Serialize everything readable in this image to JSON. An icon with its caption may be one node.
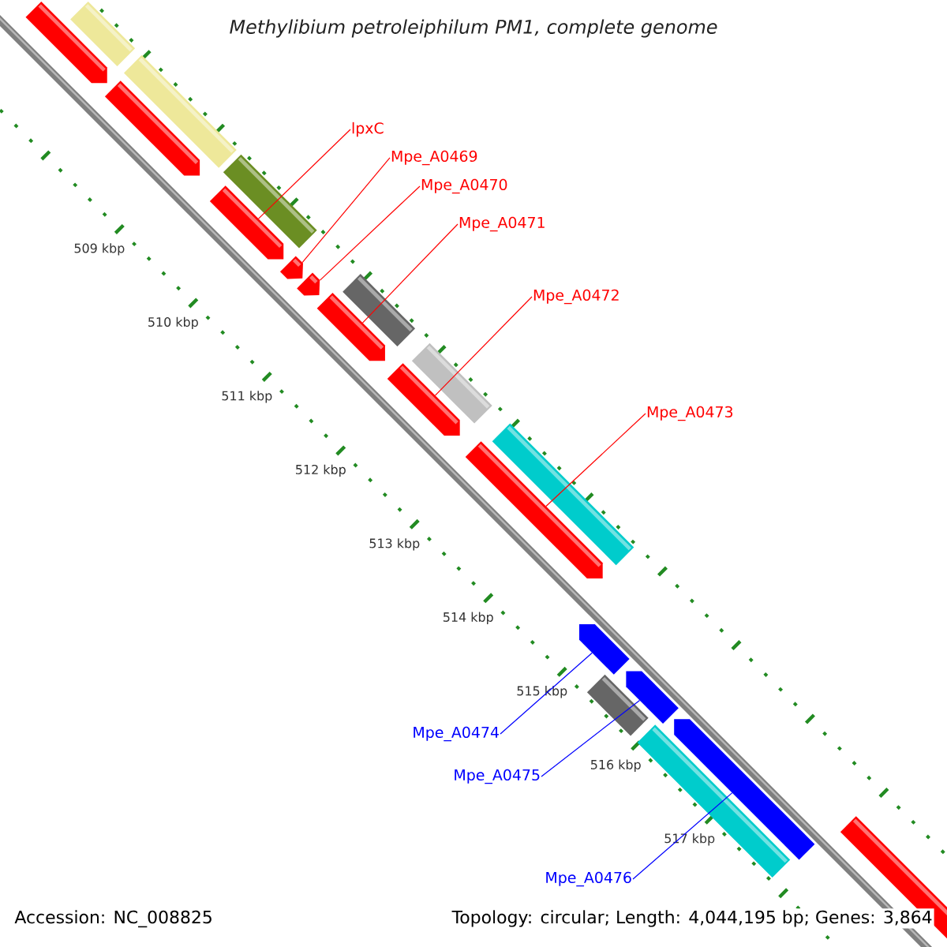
{
  "diagram": {
    "title": "Methylibium petroleiphilum PM1, complete genome",
    "nodes": [
      {
        "text": [
          "lpxC"
        ]
      },
      {
        "text": [
          "Mpe_A0469"
        ]
      },
      {
        "text": [
          "Mpe_A0470"
        ]
      },
      {
        "text": [
          "Mpe_A0471"
        ]
      },
      {
        "text": [
          "Mpe_A0472"
        ]
      },
      {
        "text": [
          "Mpe_A0473"
        ]
      },
      {
        "text": [
          "Mpe_A0474"
        ]
      },
      {
        "text": [
          "Mpe_A0475"
        ]
      },
      {
        "text": [
          "Mpe_A0476"
        ]
      },
      {
        "text": [],
        "shape": "bar"
      },
      {
        "text": [],
        "shape": "arrow"
      },
      {
        "text": [],
        "shape": "bar"
      },
      {
        "text": [],
        "shape": "arrow"
      },
      {
        "text": [],
        "shape": "bar"
      },
      {
        "text": [],
        "shape": "arrow"
      },
      {
        "text": [],
        "shape": "arrow"
      },
      {
        "text": [],
        "shape": "arrow"
      },
      {
        "text": [],
        "shape": "arrow"
      },
      {
        "text": [],
        "shape": "bar"
      },
      {
        "text": [],
        "shape": "arrow"
      },
      {
        "text": [],
        "shape": "bar"
      },
      {
        "text": [],
        "shape": "arrow"
      },
      {
        "text": [],
        "shape": "bar"
      },
      {
        "text": [],
        "shape": "arrow"
      },
      {
        "text": [],
        "shape": "bar"
      },
      {
        "text": [],
        "shape": "arrow"
      },
      {
        "text": [],
        "shape": "bar"
      },
      {
        "text": [],
        "shape": "arrow"
      },
      {
        "text": [],
        "shape": "arrow"
      }
    ],
    "edges": [
      {
        "from": 0,
        "to": 14,
        "arrow": "none"
      },
      {
        "from": 1,
        "to": 15,
        "arrow": "none"
      },
      {
        "from": 2,
        "to": 16,
        "arrow": "none"
      },
      {
        "from": 3,
        "to": 17,
        "arrow": "none"
      },
      {
        "from": 4,
        "to": 19,
        "arrow": "none"
      },
      {
        "from": 5,
        "to": 21,
        "arrow": "none"
      },
      {
        "from": 6,
        "to": 23,
        "arrow": "none",
        "color": "#0000ff"
      },
      {
        "from": 7,
        "to": 25,
        "arrow": "none",
        "color": "#0000ff"
      },
      {
        "from": 8,
        "to": 27,
        "arrow": "none",
        "color": "#0000ff"
      }
    ],
    "labels": [
      "509 kbp",
      "510 kbp",
      "511 kbp",
      "512 kbp",
      "513 kbp",
      "514 kbp",
      "515 kbp",
      "516 kbp",
      "517 kbp",
      "Accession: NC_008825",
      "Topology: circular; Length: 4,044,195 bp; Genes: 3,864"
    ]
  }
}
